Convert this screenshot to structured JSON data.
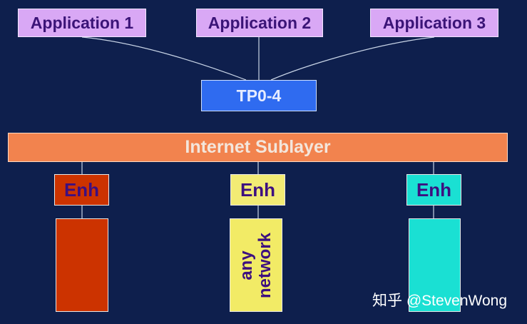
{
  "applications": [
    "Application 1",
    "Application 2",
    "Application 3"
  ],
  "transport": "TP0-4",
  "sublayer": "Internet Sublayer",
  "enhancers": [
    "Enh",
    "Enh",
    "Enh"
  ],
  "networks": [
    {
      "text_lines": [],
      "color": "#cc3300"
    },
    {
      "text_lines": [
        "any",
        "network"
      ],
      "color": "#f2eb66"
    },
    {
      "text_lines": [],
      "color": "#1ae0d3"
    }
  ],
  "watermark": "知乎 @StevenWong",
  "colors": {
    "background": "#0e1f4d",
    "application": "#d9a8f5",
    "transport": "#2f6bf0",
    "sublayer": "#f2834e",
    "connector": "#c8d4e6"
  }
}
